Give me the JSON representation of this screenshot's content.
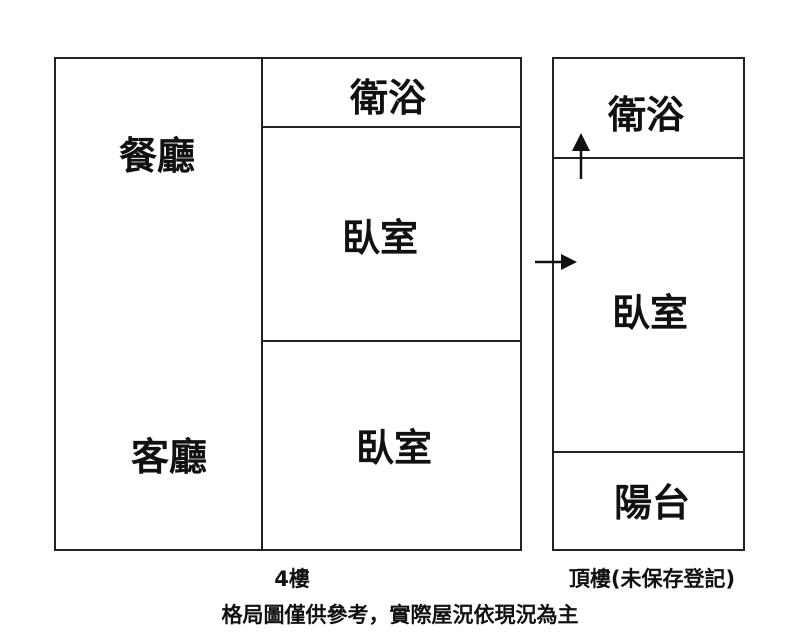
{
  "floor4": {
    "dining_room": "餐廳",
    "living_room": "客廳",
    "bathroom": "衛浴",
    "bedroom_upper": "臥室",
    "bedroom_lower": "臥室",
    "label": "4樓"
  },
  "top_floor": {
    "bathroom": "衛浴",
    "bedroom": "臥室",
    "balcony": "陽台",
    "label": "頂樓(未保存登記)"
  },
  "disclaimer": "格局圖僅供參考，實際屋況依現況為主"
}
